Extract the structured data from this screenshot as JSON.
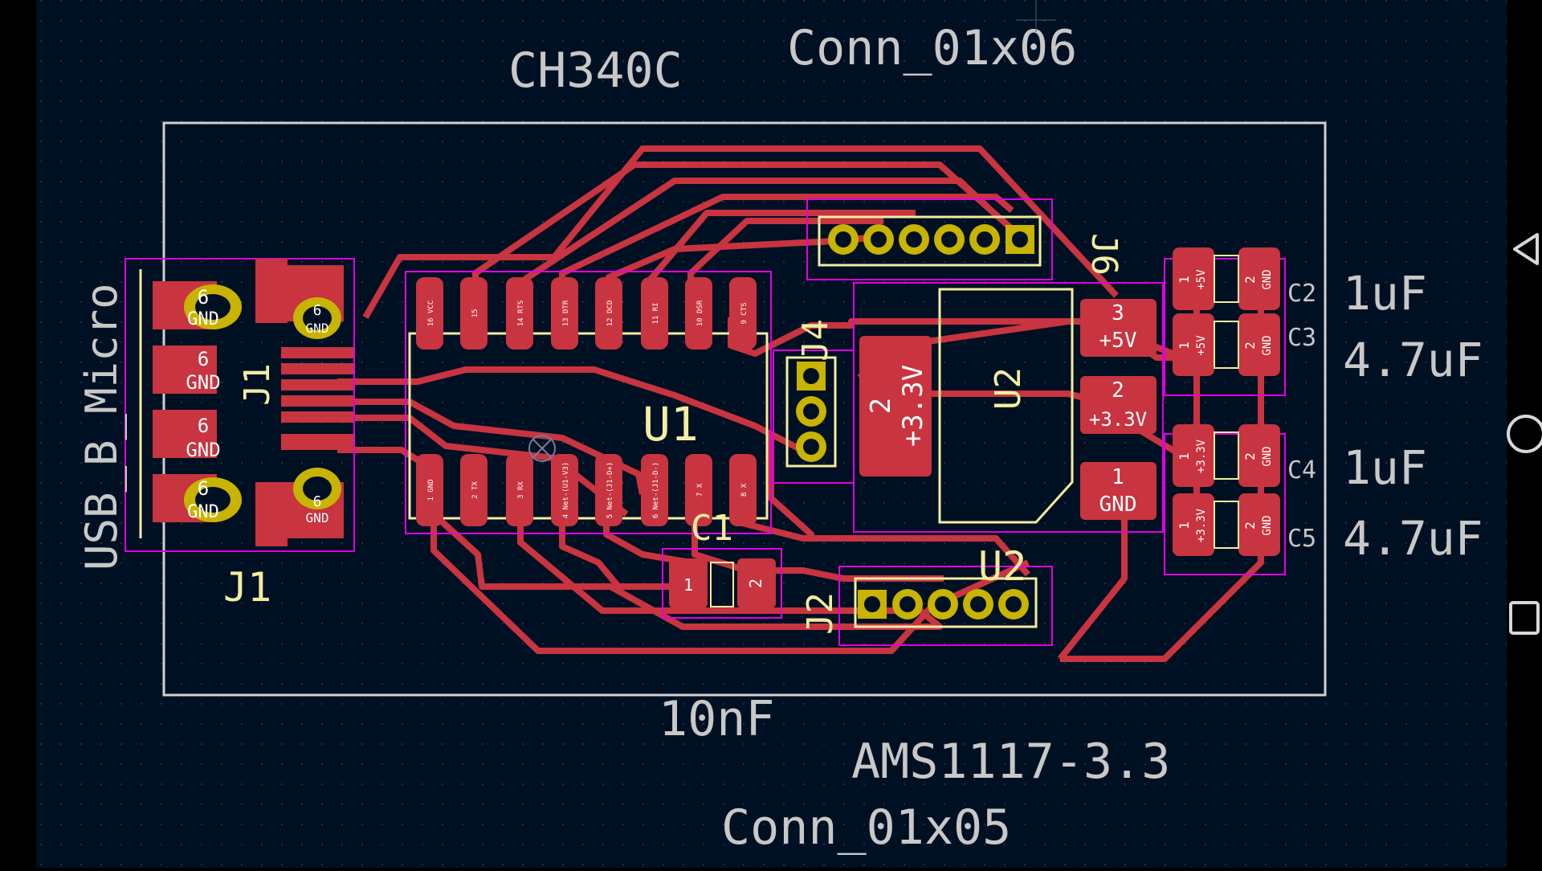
{
  "window": {
    "title": "PCB Editor"
  },
  "labels": {
    "ch340c": "CH340C",
    "conn6": "Conn_01x06",
    "conn5": "Conn_01x05",
    "usb": "USB_B_Micro",
    "j1": "J1",
    "j1_ref": "J1",
    "u1": "U1",
    "u2": "U2",
    "u2_body": "U2",
    "j4": "J4",
    "j2": "J2",
    "c1": "C1",
    "j_six": "J6",
    "cap_10nf": "10nF",
    "ams": "AMS1117-3.3",
    "c2": "C2",
    "c3": "C3",
    "c4": "C4",
    "c5": "C5",
    "v1uf_a": "1uF",
    "v47uf_a": "4.7uF",
    "v1uf_b": "1uF",
    "v47uf_b": "4.7uF"
  },
  "pads": {
    "six_gnd": "6",
    "gnd": "GND",
    "p3": "3",
    "p5v": "+5V",
    "p2": "2",
    "p33": "+3.3V",
    "p1": "1",
    "big2": "2",
    "big33": "+3.3V"
  },
  "u1_top_pins": [
    "16 VCC",
    "15",
    "14 RTS",
    "13 DTR",
    "12 DCD",
    "11 RI",
    "10 DSR",
    "9 CTS"
  ],
  "u1_bottom_pins": [
    "1 GND",
    "2 TX",
    "3 RX",
    "4 Net-(U1-V3)",
    "5 Net-(J1-D+)",
    "6 Net-(J1-D-)",
    "7 X",
    "8 X"
  ],
  "cap_pads": {
    "one": "1",
    "two": "2",
    "plus5": "+5V",
    "plus33": "+3.3V",
    "gnd": "GND"
  },
  "colors": {
    "background": "#001023",
    "copper": "#c8343f",
    "silk": "#f2eda1",
    "outline": "#d0d0d0",
    "courtyard": "#e000e0",
    "label": "#c8c8c8",
    "pad_gold": "#c8b400"
  },
  "nav": {
    "back": "back-icon",
    "home": "home-icon",
    "recents": "recents-icon"
  }
}
